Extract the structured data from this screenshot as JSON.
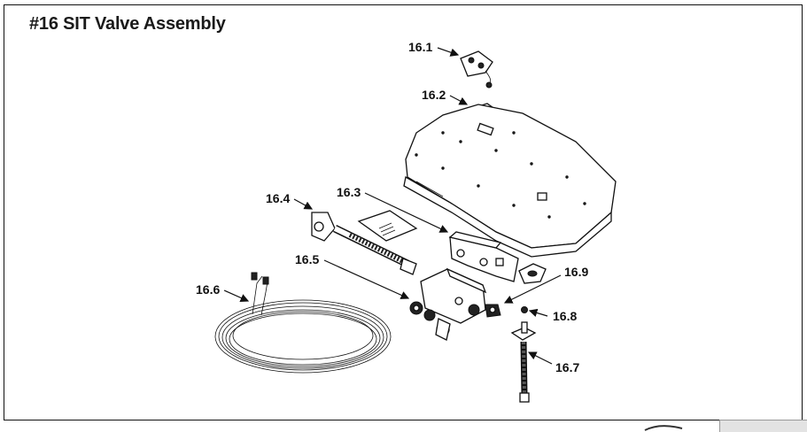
{
  "title": "#16 SIT Valve Assembly",
  "callouts": [
    {
      "id": "16.1"
    },
    {
      "id": "16.2"
    },
    {
      "id": "16.3"
    },
    {
      "id": "16.4"
    },
    {
      "id": "16.5"
    },
    {
      "id": "16.6"
    },
    {
      "id": "16.7"
    },
    {
      "id": "16.8"
    },
    {
      "id": "16.9"
    }
  ]
}
